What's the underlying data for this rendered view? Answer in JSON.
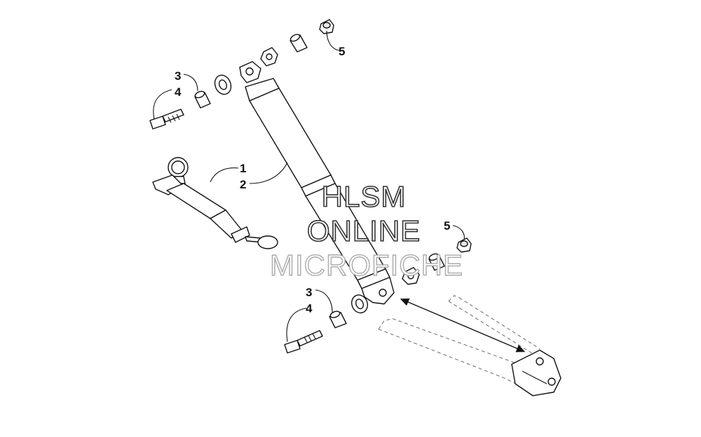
{
  "callouts": {
    "c1": "1",
    "c2": "2",
    "c3_top": "3",
    "c4_top": "4",
    "c3_bottom": "3",
    "c4_bottom": "4",
    "c5_top": "5",
    "c5_bottom": "5"
  },
  "watermark": {
    "line1": "HLSM",
    "line2": "ONLINE",
    "line3": "MICROFICHE"
  },
  "icons": [
    "shock-absorber",
    "air-pump-with-gauge",
    "bolt",
    "sleeve",
    "bushing",
    "nut",
    "a-arm-ghost",
    "double-arrow"
  ]
}
